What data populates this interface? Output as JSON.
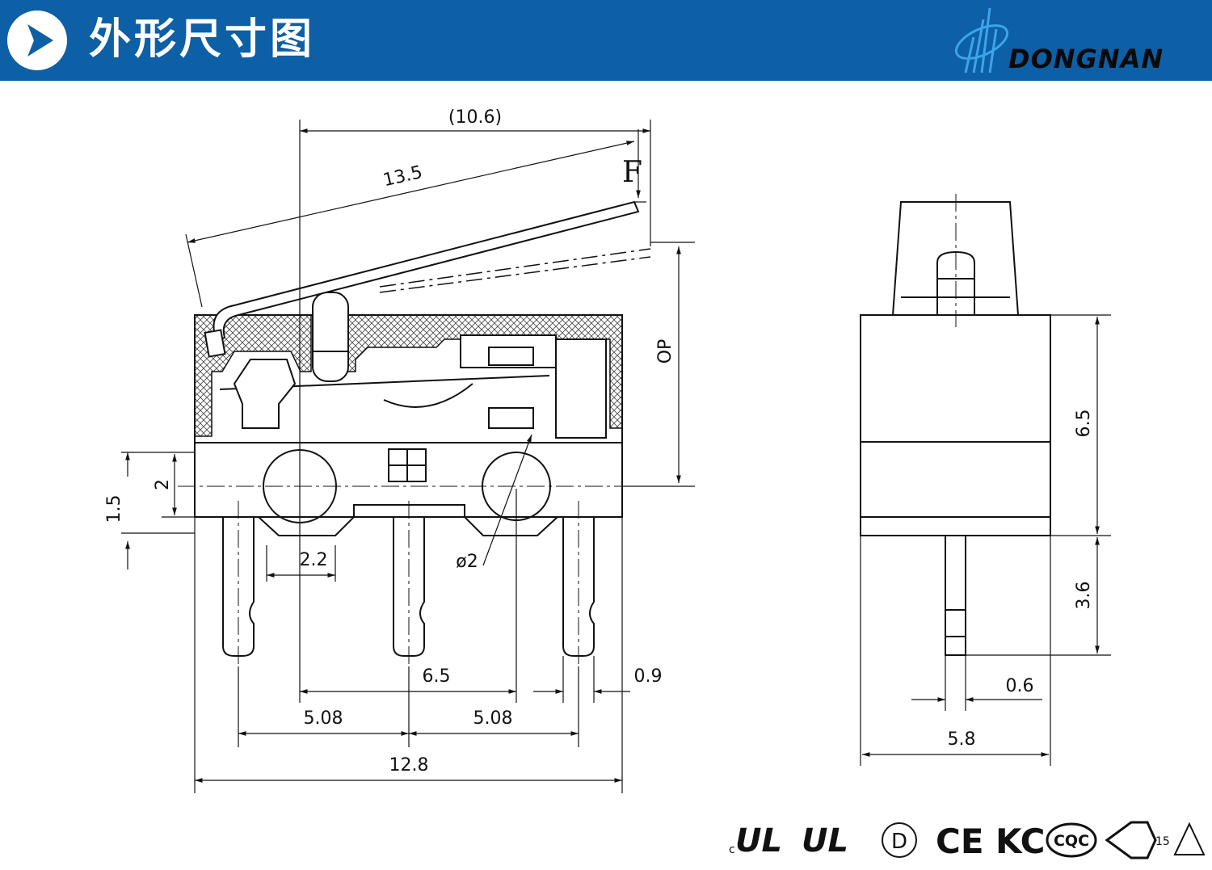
{
  "header": {
    "title": "外形尺寸图",
    "brand": "DONGNAN",
    "color": "#0d5fa6"
  },
  "drawing": {
    "side_view": {
      "dim_lever_reach": "(10.6)",
      "dim_lever_length": "13.5",
      "force_label": "F",
      "dim_op": "OP",
      "dim_pin_offset_a": "2",
      "dim_pin_offset_b": "1.5",
      "dim_hole_spacing": "2.2",
      "dim_hole_diameter": "ø2",
      "dim_hole_pitch": "6.5",
      "dim_pin_width": "0.9",
      "dim_pitch_left": "5.08",
      "dim_pitch_right": "5.08",
      "dim_total_length": "12.8"
    },
    "front_view": {
      "dim_body_height": "6.5",
      "dim_pin_length": "3.6",
      "dim_pin_thickness": "0.6",
      "dim_body_width": "5.8"
    }
  },
  "certifications": {
    "ul_c": "c",
    "ul_mark": "UL",
    "ul_mark_2": "UL",
    "d_mark": "D",
    "ce_mark": "CE",
    "kc_mark": "KC",
    "cqc_mark": "CQC",
    "enec_num": "15"
  }
}
